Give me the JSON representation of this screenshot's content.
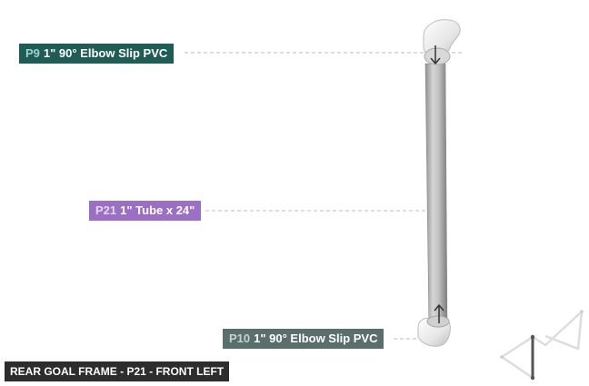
{
  "callouts": {
    "p9": {
      "code": "P9",
      "name": "1\" 90° Elbow Slip PVC",
      "color": "#1f5c56"
    },
    "p21": {
      "code": "P21",
      "name": "1\" Tube x 24\"",
      "color": "#9b6fc4"
    },
    "p10": {
      "code": "P10",
      "name": "1\" 90° Elbow Slip PVC",
      "color": "#5a6e6c"
    }
  },
  "frame_label": "REAR GOAL FRAME - P21 - FRONT LEFT",
  "icons": {
    "top_arrow": "arrow-down-icon",
    "bottom_arrow": "arrow-up-icon",
    "orientation": "frame-orientation-icon"
  }
}
